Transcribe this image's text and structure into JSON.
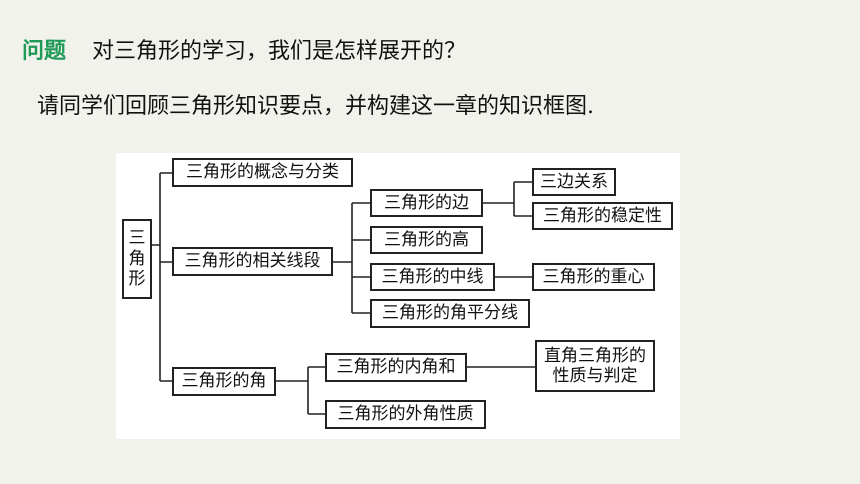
{
  "question": {
    "tag": "问题",
    "text": "对三角形的学习，我们是怎样展开的？"
  },
  "intro": "请同学们回顾三角形知识要点，并构建这一章的知识框图.",
  "diagram": {
    "root": [
      "三",
      "角",
      "形"
    ],
    "concept": "三角形的概念与分类",
    "segments": "三角形的相关线段",
    "side": "三角形的边",
    "triangle_inequality": "三边关系",
    "stability": "三角形的稳定性",
    "altitude": "三角形的高",
    "median": "三角形的中线",
    "centroid": "三角形的重心",
    "bisector": "三角形的角平分线",
    "angles": "三角形的角",
    "interior_sum": "三角形的内角和",
    "right_triangle": [
      "直角三角形的",
      "性质与判定"
    ],
    "exterior": "三角形的外角性质"
  }
}
